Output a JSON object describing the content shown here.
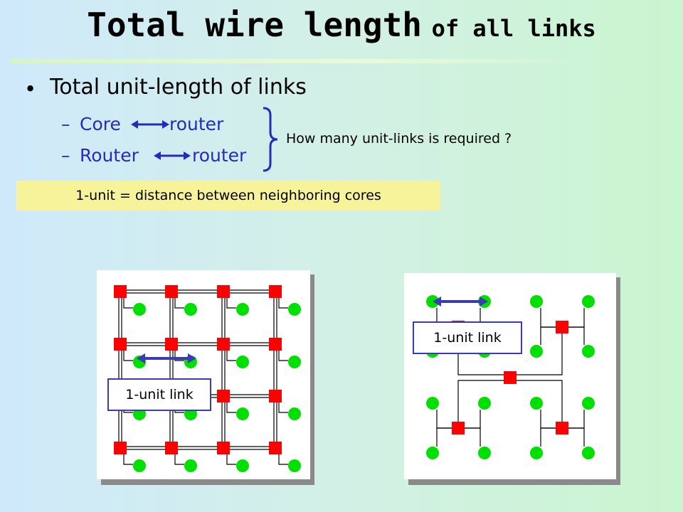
{
  "slide": {
    "title_main": "Total wire length",
    "title_suffix": "of all links",
    "bullet": "Total unit-length of links",
    "items": [
      {
        "from": "Core",
        "to": "router"
      },
      {
        "from": "Router",
        "to": "router"
      }
    ],
    "question": "How many unit-links is required ?",
    "definition": "1-unit = distance between neighboring cores"
  },
  "diagrams": {
    "left": {
      "topology": "mesh",
      "link_label": "1-unit link"
    },
    "right": {
      "topology": "tree",
      "link_label": "1-unit link"
    }
  },
  "colors": {
    "router": "#ff0000",
    "core": "#00e000",
    "link_highlight": "#3b3bb3",
    "subitem_text": "#2a2ab8",
    "definition_bg": "#f6f39b"
  }
}
